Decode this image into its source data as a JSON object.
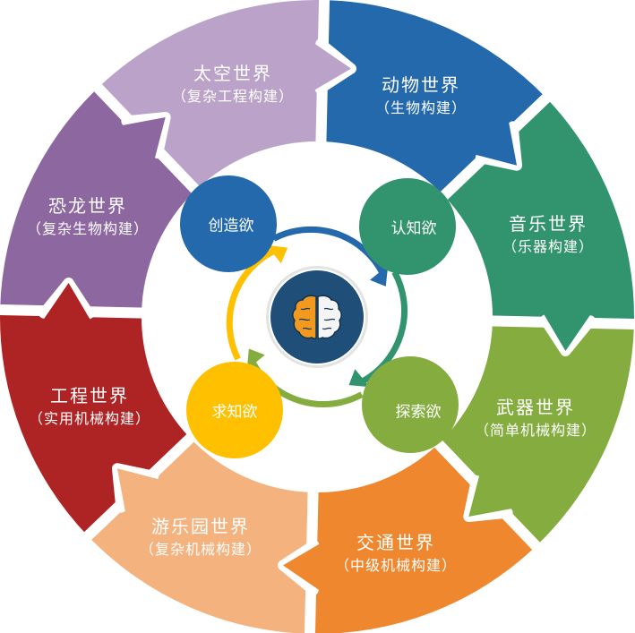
{
  "center": {
    "icon": "brain-icon",
    "circle_color": "#1F4E79",
    "ring_color": "#E3E3E3",
    "brain_left_color": "#F29A1F",
    "brain_right_color": "#F5F5F5"
  },
  "worlds": [
    {
      "id": "animal",
      "title": "动物世界",
      "subtitle": "（生物构建）",
      "color": "#2369AB"
    },
    {
      "id": "music",
      "title": "音乐世界",
      "subtitle": "（乐器构建）",
      "color": "#31946F"
    },
    {
      "id": "weapon",
      "title": "武器世界",
      "subtitle": "（简单机械构建）",
      "color": "#84AC3F"
    },
    {
      "id": "traffic",
      "title": "交通世界",
      "subtitle": "（中级机械构建）",
      "color": "#EE872E"
    },
    {
      "id": "amusement",
      "title": "游乐园世界",
      "subtitle": "（复杂机械构建）",
      "color": "#F3B27E"
    },
    {
      "id": "engineering",
      "title": "工程世界",
      "subtitle": "（实用机械构建）",
      "color": "#AE2424"
    },
    {
      "id": "dinosaur",
      "title": "恐龙世界",
      "subtitle": "（复杂生物构建）",
      "color": "#8C67A0"
    },
    {
      "id": "space",
      "title": "太空世界",
      "subtitle": "（复杂工程构建）",
      "color": "#BAA2C8"
    }
  ],
  "drives": [
    {
      "id": "create",
      "label": "创造欲",
      "color": "#2369AB"
    },
    {
      "id": "cognize",
      "label": "认知欲",
      "color": "#31946F"
    },
    {
      "id": "explore",
      "label": "探索欲",
      "color": "#84AC3F"
    },
    {
      "id": "seek",
      "label": "求知欲",
      "color": "#FFC000"
    }
  ]
}
